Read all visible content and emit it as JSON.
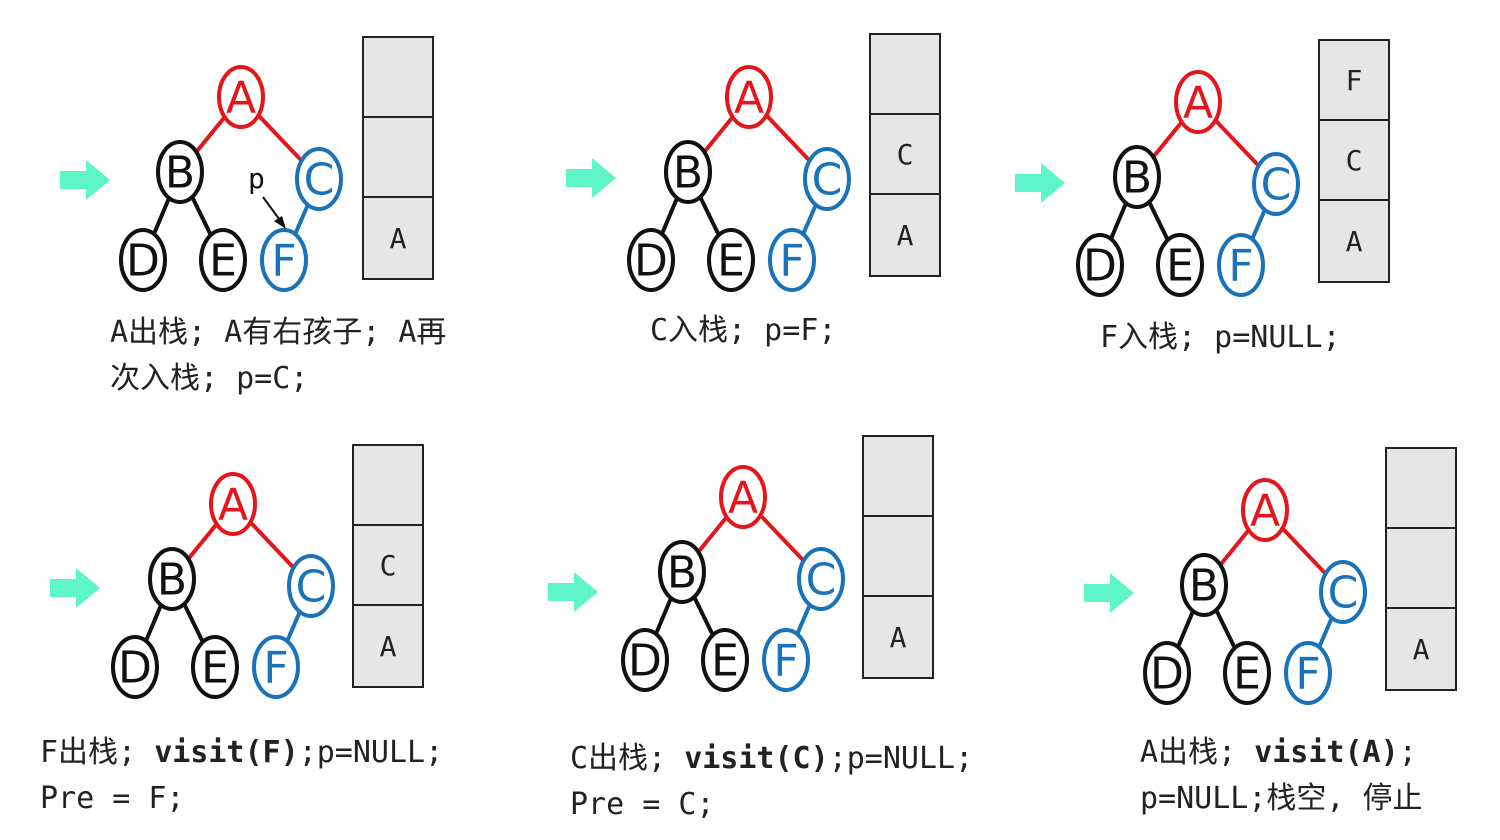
{
  "colors": {
    "root": "#e3161c",
    "right_branch": "#1a72b8",
    "left_branch": "#111111",
    "arrow": "#5ef5c8"
  },
  "tree_nodes": [
    "A",
    "B",
    "C",
    "D",
    "E",
    "F"
  ],
  "pointer_label": "p",
  "panels": [
    {
      "id": "step1",
      "show_pointer": true,
      "stack": [
        "",
        "",
        "A"
      ],
      "caption_lines": [
        [
          {
            "t": "A出栈; A有右孩子; A再"
          }
        ],
        [
          {
            "t": "次入栈; p=C;"
          }
        ]
      ]
    },
    {
      "id": "step2",
      "show_pointer": false,
      "stack": [
        "",
        "C",
        "A"
      ],
      "caption_lines": [
        [
          {
            "t": "C入栈; p=F;"
          }
        ]
      ]
    },
    {
      "id": "step3",
      "show_pointer": false,
      "stack": [
        "F",
        "C",
        "A"
      ],
      "caption_lines": [
        [
          {
            "t": "F入栈; p=NULL;"
          }
        ]
      ]
    },
    {
      "id": "step4",
      "show_pointer": false,
      "stack": [
        "",
        "C",
        "A"
      ],
      "caption_lines": [
        [
          {
            "t": "F出栈; "
          },
          {
            "t": "visit(F)",
            "b": true
          },
          {
            "t": ";p=NULL;"
          }
        ],
        [
          {
            "t": "Pre = F;"
          }
        ]
      ]
    },
    {
      "id": "step5",
      "show_pointer": false,
      "stack": [
        "",
        "",
        "A"
      ],
      "caption_lines": [
        [
          {
            "t": "C出栈; "
          },
          {
            "t": "visit(C)",
            "b": true
          },
          {
            "t": ";p=NULL;"
          }
        ],
        [
          {
            "t": "Pre = C;"
          }
        ]
      ]
    },
    {
      "id": "step6",
      "show_pointer": false,
      "stack": [
        "",
        "",
        "A"
      ],
      "caption_lines": [
        [
          {
            "t": "A出栈; "
          },
          {
            "t": "visit(A)",
            "b": true
          },
          {
            "t": ";"
          }
        ],
        [
          {
            "t": "p=NULL;栈空, 停止"
          }
        ]
      ]
    }
  ]
}
